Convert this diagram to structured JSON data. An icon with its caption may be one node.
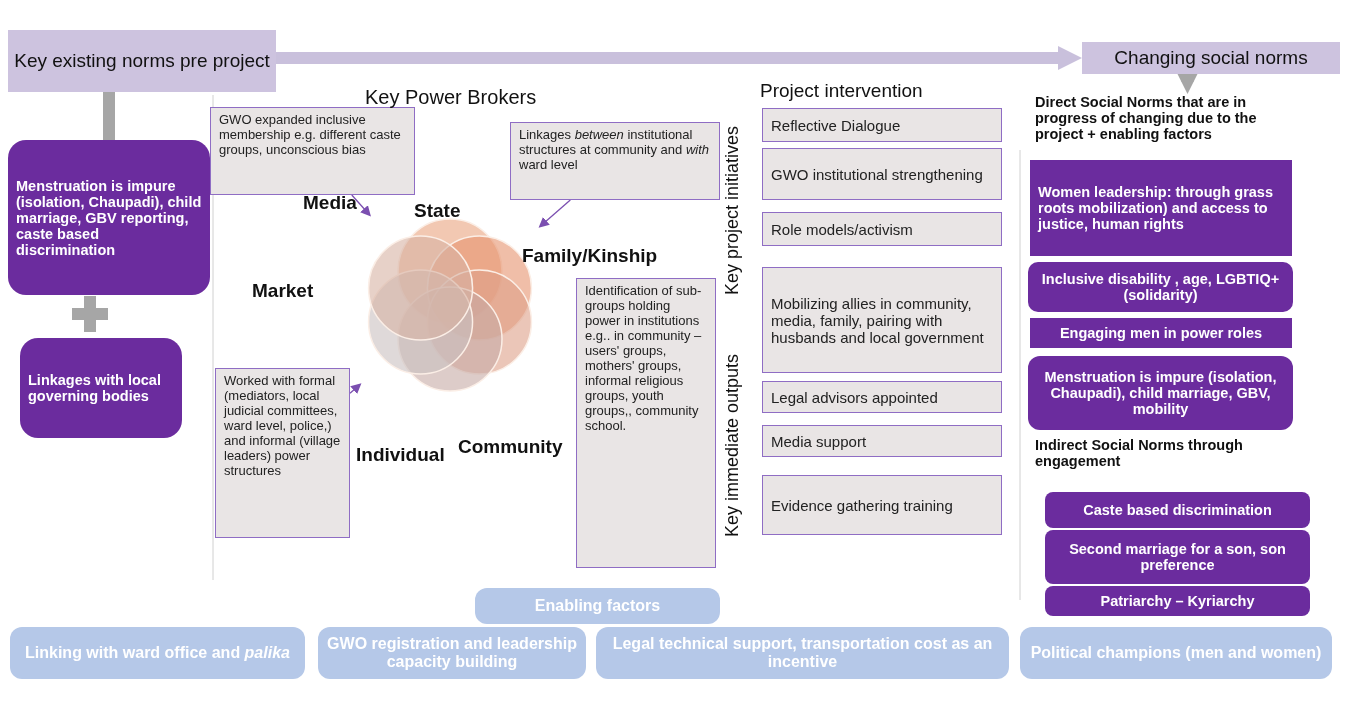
{
  "diagram": {
    "nodes": [
      {
        "text": [
          "Key existing norms pre project"
        ]
      },
      {
        "text": [
          "Changing social norms"
        ]
      },
      {
        "text": [
          "Menstruation is impure (isolation, Chaupadi), child marriage, GBV reporting, caste based discrimination"
        ]
      },
      {
        "text": [
          "Linkages with local governing bodies"
        ]
      },
      {
        "text": [
          "GWO expanded inclusive membership e.g. different caste groups, unconscious bias"
        ]
      },
      {
        "text": [
          "Linkages *between* institutional structures at community and *with* ward level"
        ]
      },
      {
        "text": [
          "Worked with formal (mediators, local judicial committees, ward level, police,) and informal (village leaders) power structures"
        ]
      },
      {
        "text": [
          "Identification of sub-groups holding power in institutions e.g.. in community – users' groups, mothers' groups, informal religious groups, youth groups,, community school."
        ]
      },
      {
        "text": [],
        "shape": "picture"
      },
      {
        "text": [
          "Reflective Dialogue"
        ]
      },
      {
        "text": [
          "GWO institutional strengthening"
        ]
      },
      {
        "text": [
          "Role models/activism"
        ]
      },
      {
        "text": [
          "Mobilizing allies in community, media, family, pairing with husbands and local government"
        ]
      },
      {
        "text": [
          "Legal advisors appointed"
        ]
      },
      {
        "text": [
          "Media support"
        ]
      },
      {
        "text": [
          "Evidence gathering training"
        ]
      },
      {
        "text": [
          "**Women leadership: through grass roots mobilization)** and access to justice, human rights"
        ]
      },
      {
        "text": [
          "Inclusive disability , age, LGBTIQ+ (solidarity)"
        ]
      },
      {
        "text": [
          "Engaging men in power roles"
        ]
      },
      {
        "text": [
          "Menstruation is impure (isolation, Chaupadi), child marriage, GBV, mobility"
        ]
      },
      {
        "text": [
          "Caste based discrimination"
        ]
      },
      {
        "text": [
          "Second marriage for a son, son preference"
        ]
      },
      {
        "text": [
          "Patriarchy – Kyriarchy"
        ]
      },
      {
        "text": [
          "Enabling factors"
        ]
      },
      {
        "text": [
          "Linking with ward office and *palika*"
        ]
      },
      {
        "text": [
          "GWO registration and leadership capacity building"
        ]
      },
      {
        "text": [
          "Legal technical support, transportation cost as an incentive"
        ]
      },
      {
        "text": [
          "Political champions (men and women)"
        ]
      },
      {
        "text": [
          "Direct Social Norms that are in progress of changing due to the project + enabling factors"
        ]
      }
    ],
    "edges": [
      {
        "from": 0,
        "to": 1,
        "arrow": "to",
        "style": "thick",
        "color": "#c9c0dc"
      },
      {
        "from": 0,
        "to": 2,
        "arrow": "none",
        "style": "thick",
        "color": "#a6a6a6"
      },
      {
        "from": 1,
        "to": 28,
        "arrow": "to",
        "style": "thick",
        "color": "#a6a6a6"
      },
      {
        "from": 4,
        "to": 8,
        "arrow": "to"
      },
      {
        "from": 5,
        "to": 8,
        "arrow": "to"
      },
      {
        "from": 6,
        "to": 8,
        "arrow": "to"
      }
    ],
    "labels": [
      "Key Power Brokers",
      "State",
      "Media",
      "Family/Kinship",
      "Market",
      "Individual",
      "Community",
      "Project intervention",
      "Key project initiatives",
      "Key immediate outputs",
      "Indirect Social Norms through engagement"
    ]
  }
}
